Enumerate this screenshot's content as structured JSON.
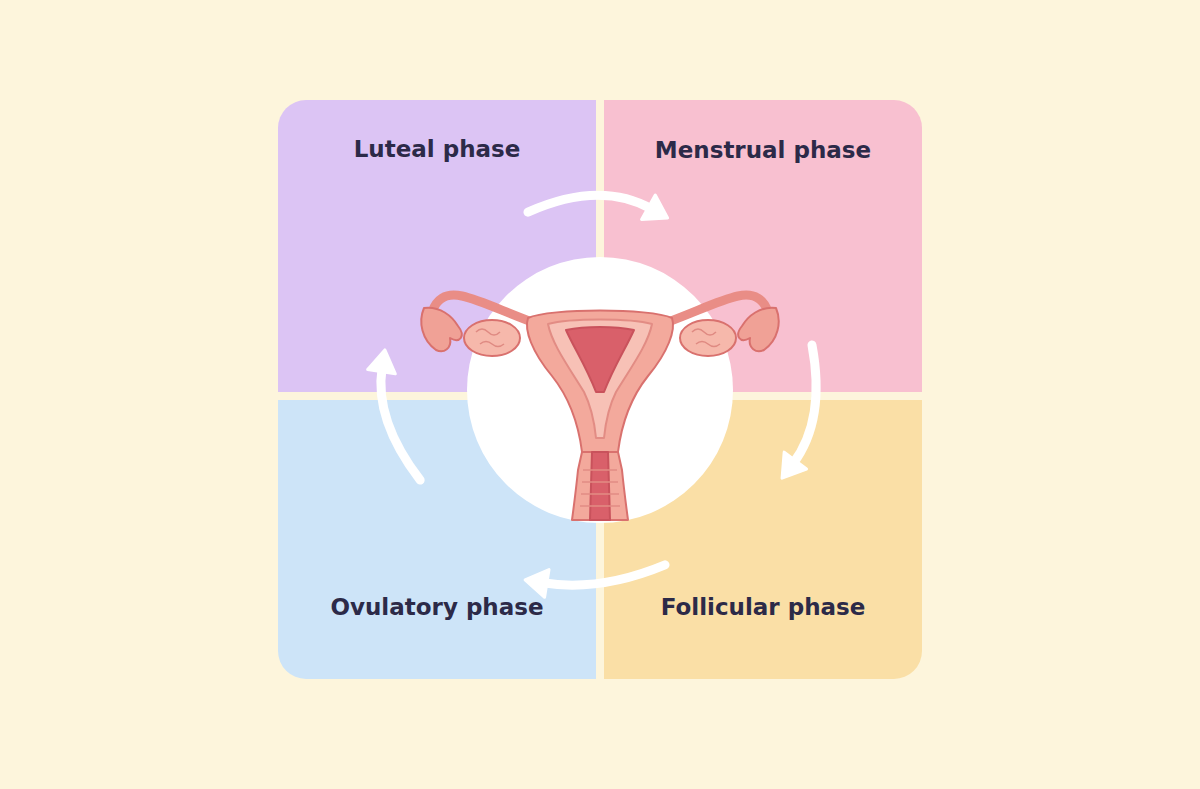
{
  "diagram": {
    "nodes": [
      {
        "text": [
          "Luteal phase"
        ]
      },
      {
        "text": [
          "Menstrual phase"
        ]
      },
      {
        "text": [
          "Ovulatory phase"
        ]
      },
      {
        "text": [
          "Follicular phase"
        ]
      }
    ],
    "edges": [
      {
        "from": 0,
        "to": 1,
        "arrow": "to"
      },
      {
        "from": 1,
        "to": 3,
        "arrow": "to"
      },
      {
        "from": 3,
        "to": 2,
        "arrow": "to"
      },
      {
        "from": 2,
        "to": 0,
        "arrow": "to"
      }
    ]
  }
}
